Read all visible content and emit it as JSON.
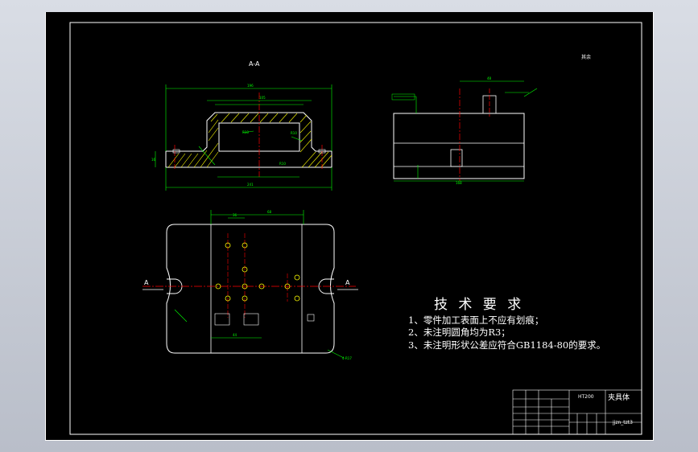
{
  "section_label": "A-A",
  "section_marker_left": "A",
  "section_marker_right": "A",
  "roughness_note": "其余",
  "tech_requirements": {
    "title": "技 术 要 求",
    "items": [
      "1、零件加工表面上不应有划痕；",
      "2、未注明圆角均为R3；",
      "3、未注明形状公差应符合GB1184-80的要求。"
    ]
  },
  "title_block": {
    "part_name": "夹具体",
    "material": "HT200",
    "drawing_code": "jjzn_tzt3"
  },
  "colors": {
    "outline": "#ffffff",
    "dimension": "#00ff00",
    "centerline": "#ff0000",
    "hatch": "#ffff00",
    "frame": "#ffffff"
  }
}
